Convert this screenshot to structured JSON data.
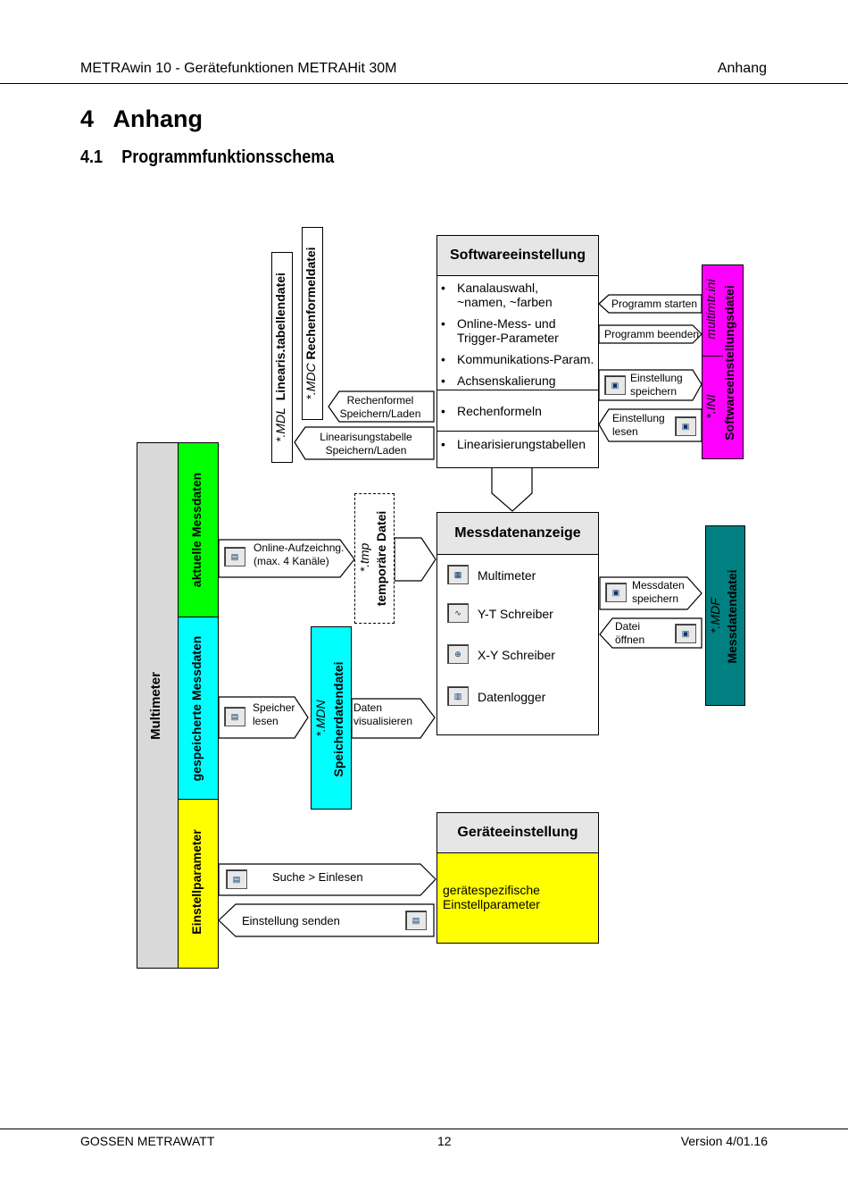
{
  "header": {
    "left": "METRAwin 10 - Gerätefunktionen METRAHit 30M",
    "right": "Anhang"
  },
  "chapter": {
    "number": "4",
    "title": "Anhang"
  },
  "section": {
    "number": "4.1",
    "title": "Programmfunktionsschema"
  },
  "files": {
    "mdl": {
      "ext": "*.MDL",
      "name": "Linearis.tabellendatei"
    },
    "mdc": {
      "ext": "*.MDC",
      "name": "Rechenformeldatei"
    },
    "ini": {
      "ext": "*.INI",
      "file": "multimtr.ini",
      "name": "Softwareeinstellungsdatei"
    },
    "tmp": {
      "ext": "*.tmp",
      "name": "temporäre Datei"
    },
    "mdn": {
      "ext": "*.MDN",
      "name": "Speicherdatendatei"
    },
    "mdf": {
      "ext": "*.MDF",
      "name": "Messdatendatei"
    }
  },
  "multimeter": {
    "label": "Multimeter",
    "sections": {
      "aktuell": "aktuelle Messdaten",
      "gespeichert": "gespeicherte Messdaten",
      "einstell": "Einstellparameter"
    }
  },
  "software": {
    "title": "Softwareeinstellung",
    "items": [
      "Kanalauswahl, ~namen, ~farben",
      "Online-Mess- und Trigger-Parameter",
      "Kommunikations-Param.",
      "Achsenskalierung",
      "Rechenformeln",
      "Linearisierungstabellen"
    ]
  },
  "messdaten": {
    "title": "Messdatenanzeige",
    "items": [
      "Multimeter",
      "Y-T Schreiber",
      "X-Y Schreiber",
      "Datenlogger"
    ]
  },
  "geraete": {
    "title": "Geräteeinstellung",
    "body": "gerätespezifische Einstellparameter"
  },
  "arrows": {
    "rechenformel": [
      "Rechenformel",
      "Speichern/Laden"
    ],
    "linearisierung": [
      "Linearisungstabelle",
      "Speichern/Laden"
    ],
    "programm_starten": "Programm starten",
    "programm_beenden": "Programm beenden",
    "einstellung_speichern": [
      "Einstellung",
      "speichern"
    ],
    "einstellung_lesen": [
      "Einstellung",
      "lesen"
    ],
    "online": [
      "Online-Aufzeichng.",
      "(max. 4 Kanäle)"
    ],
    "speicher_lesen": [
      "Speicher",
      "lesen"
    ],
    "daten_visualisieren": [
      "Daten",
      "visualisieren"
    ],
    "messdaten_speichern": [
      "Messdaten",
      "speichern"
    ],
    "datei_oeffnen": [
      "Datei",
      "öffnen"
    ],
    "suche": "Suche > Einlesen",
    "senden": "Einstellung senden"
  },
  "colors": {
    "green": "#00ff00",
    "cyan": "#00ffff",
    "yellow": "#ffff00",
    "magenta": "#ff00ff",
    "teal": "#008080",
    "grey": "#d9d9d9"
  },
  "footer": {
    "left": "GOSSEN METRAWATT",
    "center": "12",
    "right": "Version 4/01.16"
  }
}
